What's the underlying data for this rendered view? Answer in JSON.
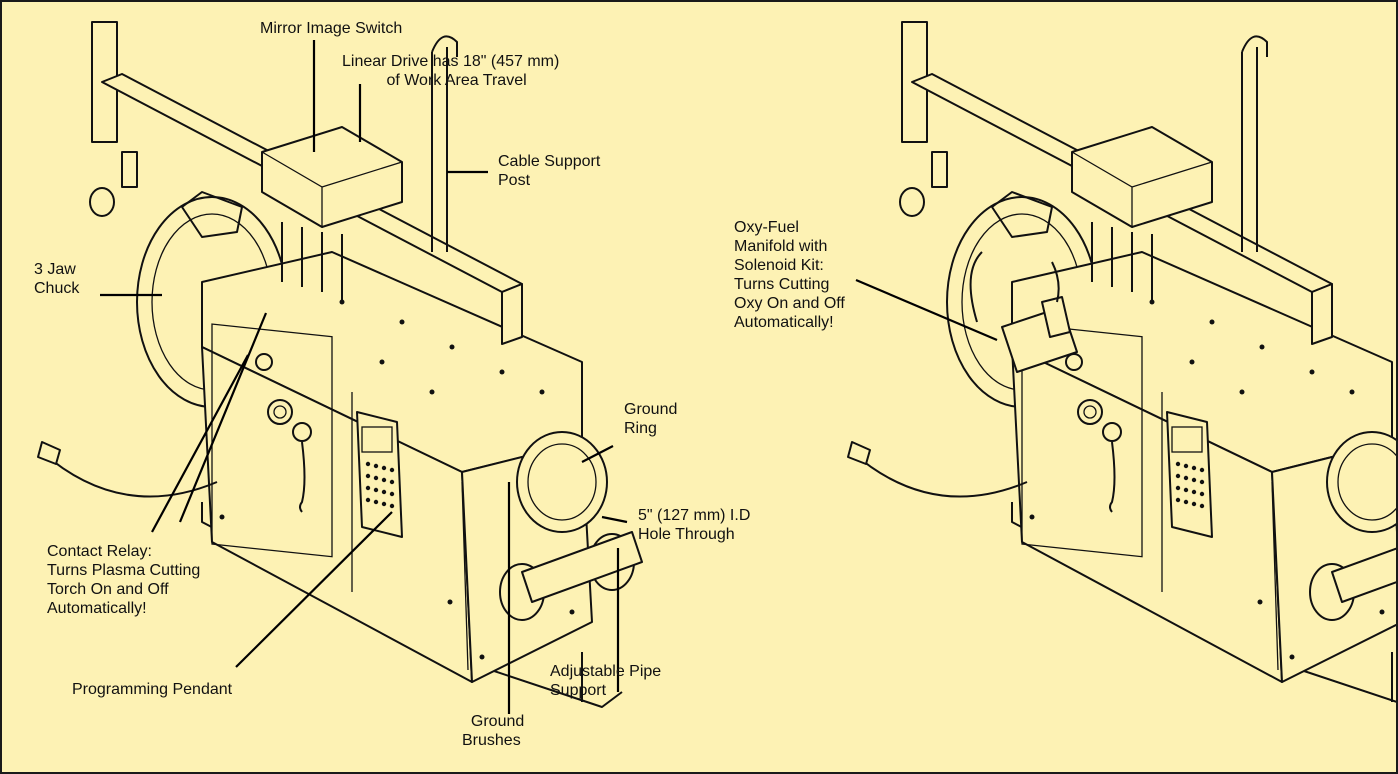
{
  "labels": {
    "mirror_switch": "Mirror Image Switch",
    "linear_drive": "Linear Drive has 18\" (457 mm)\n          of Work Area Travel",
    "cable_support": "Cable Support\nPost",
    "jaw_chuck": "3 Jaw\nChuck",
    "ground_ring": "Ground\nRing",
    "hole_through": "5\" (127 mm) I.D\nHole Through",
    "contact_relay": "Contact Relay:\nTurns Plasma Cutting\nTorch On and Off\nAutomatically!",
    "programming_pendant": "Programming Pendant",
    "adjustable_support": "Adjustable Pipe\nSupport",
    "ground_brushes": "  Ground\nBrushes",
    "oxy_fuel": "Oxy-Fuel\nManifold with\nSolenoid Kit:\nTurns Cutting\nOxy On and Off\nAutomatically!"
  },
  "colors": {
    "background": "#fdf2b4",
    "line": "#111111",
    "border": "#1a1a1a"
  }
}
